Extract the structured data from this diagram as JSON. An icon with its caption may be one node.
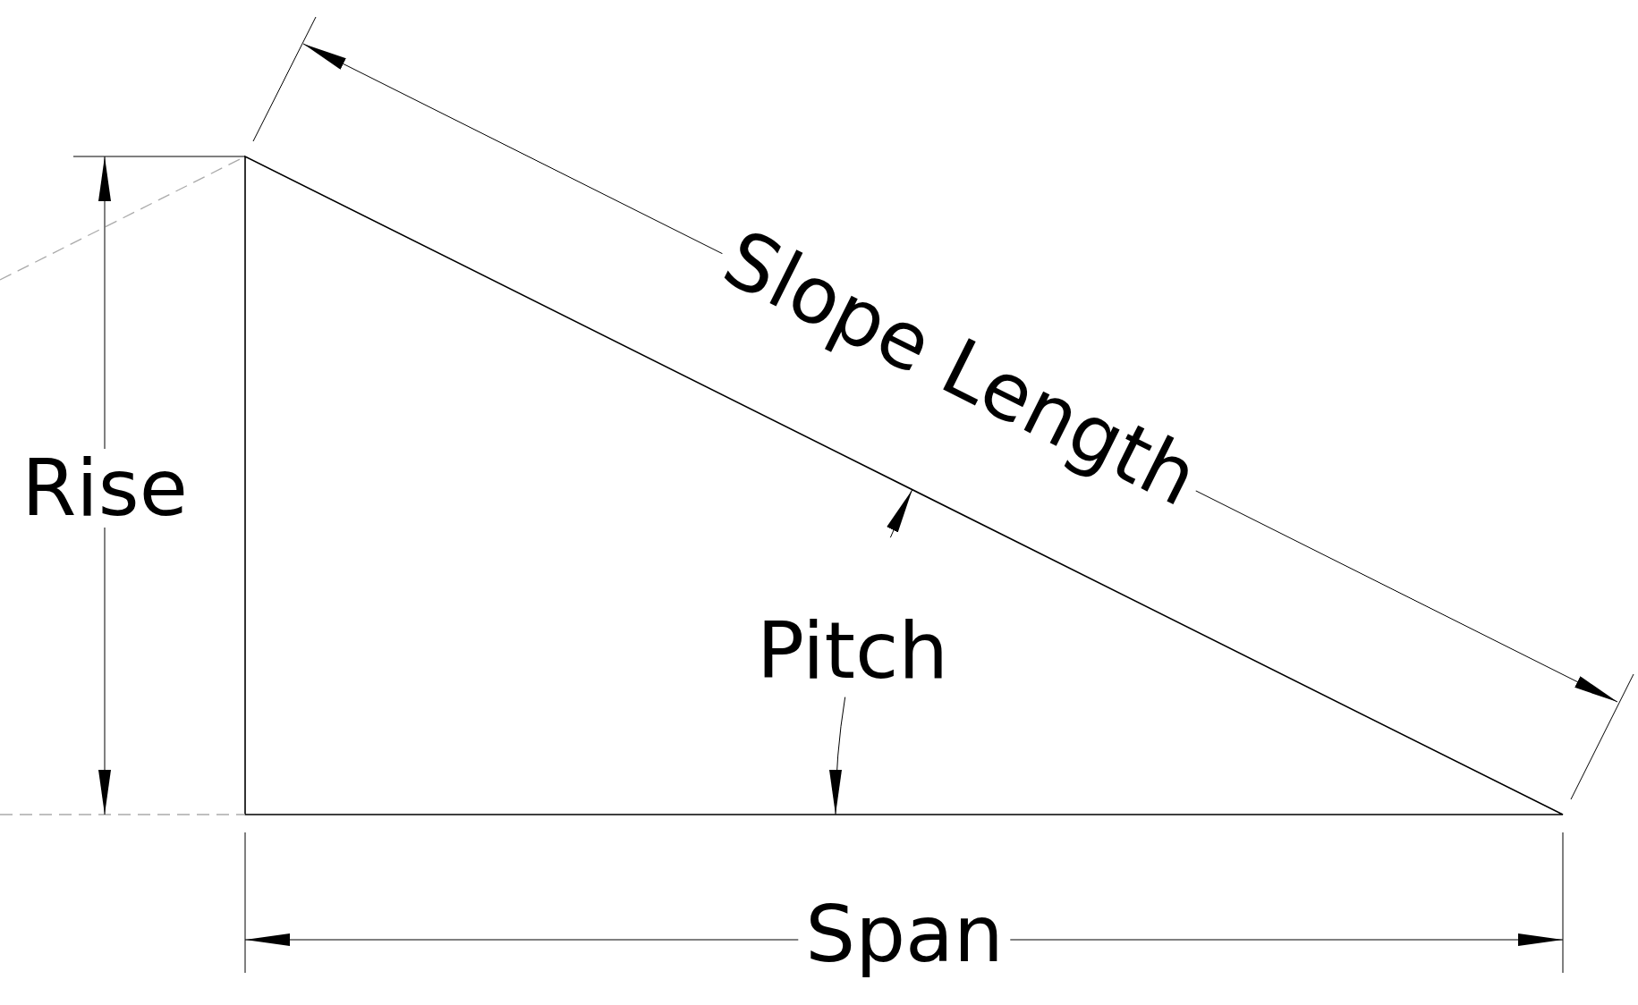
{
  "diagram": {
    "labels": [
      "Slope Length",
      "Rise",
      "Pitch",
      "Span"
    ]
  }
}
